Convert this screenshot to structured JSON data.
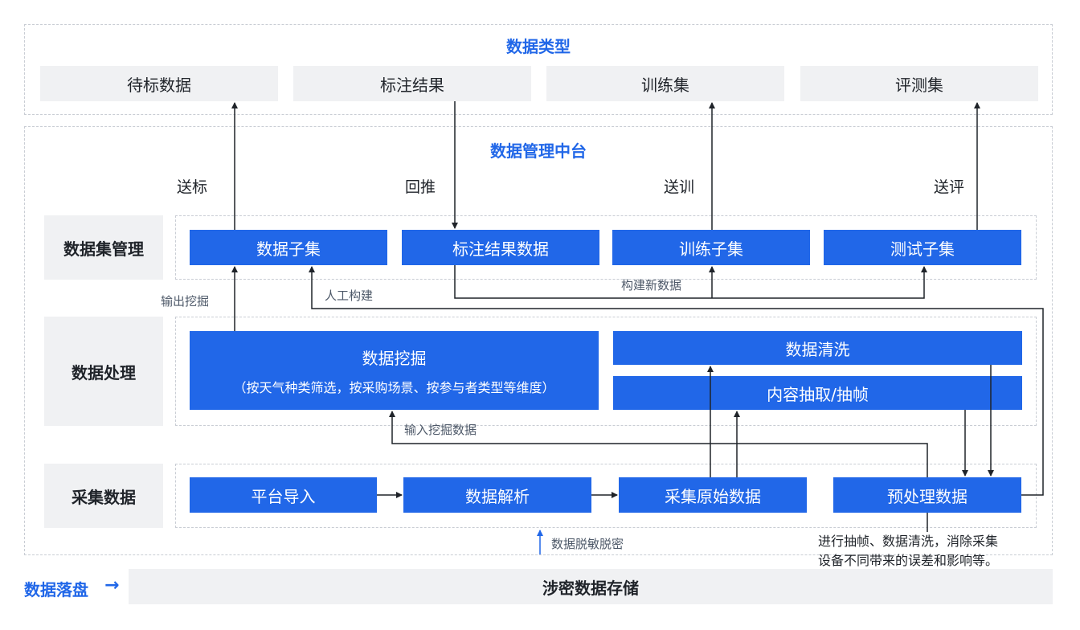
{
  "data_types": {
    "title": "数据类型",
    "items": [
      "待标数据",
      "标注结果",
      "训练集",
      "评测集"
    ]
  },
  "middle": {
    "title": "数据管理中台",
    "flow_labels": [
      "送标",
      "回推",
      "送训",
      "送评"
    ]
  },
  "rows": {
    "dataset_mgmt": {
      "label": "数据集管理",
      "items": [
        "数据子集",
        "标注结果数据",
        "训练子集",
        "测试子集"
      ]
    },
    "processing": {
      "label": "数据处理",
      "mining_title": "数据挖掘",
      "mining_sub": "（按天气种类筛选，按采购场景、按参与者类型等维度）",
      "cleaning": "数据清洗",
      "extraction": "内容抽取/抽帧"
    },
    "collection": {
      "label": "采集数据",
      "items": [
        "平台导入",
        "数据解析",
        "采集原始数据",
        "预处理数据"
      ]
    }
  },
  "notes": {
    "output_mining": "输出挖掘",
    "manual_build": "人工构建",
    "build_new": "构建新数据",
    "input_mining": "输入挖掘数据",
    "desensitize": "数据脱敏脱密",
    "preprocess_line1": "进行抽帧、数据清洗，消除采集",
    "preprocess_line2": "设备不同带来的误差和影响等。"
  },
  "storage": {
    "label": "数据落盘",
    "arrow": "→",
    "box": "涉密数据存储"
  },
  "colors": {
    "accent": "#2167e8",
    "panel": "#f0f1f3",
    "line": "#1f2329"
  }
}
